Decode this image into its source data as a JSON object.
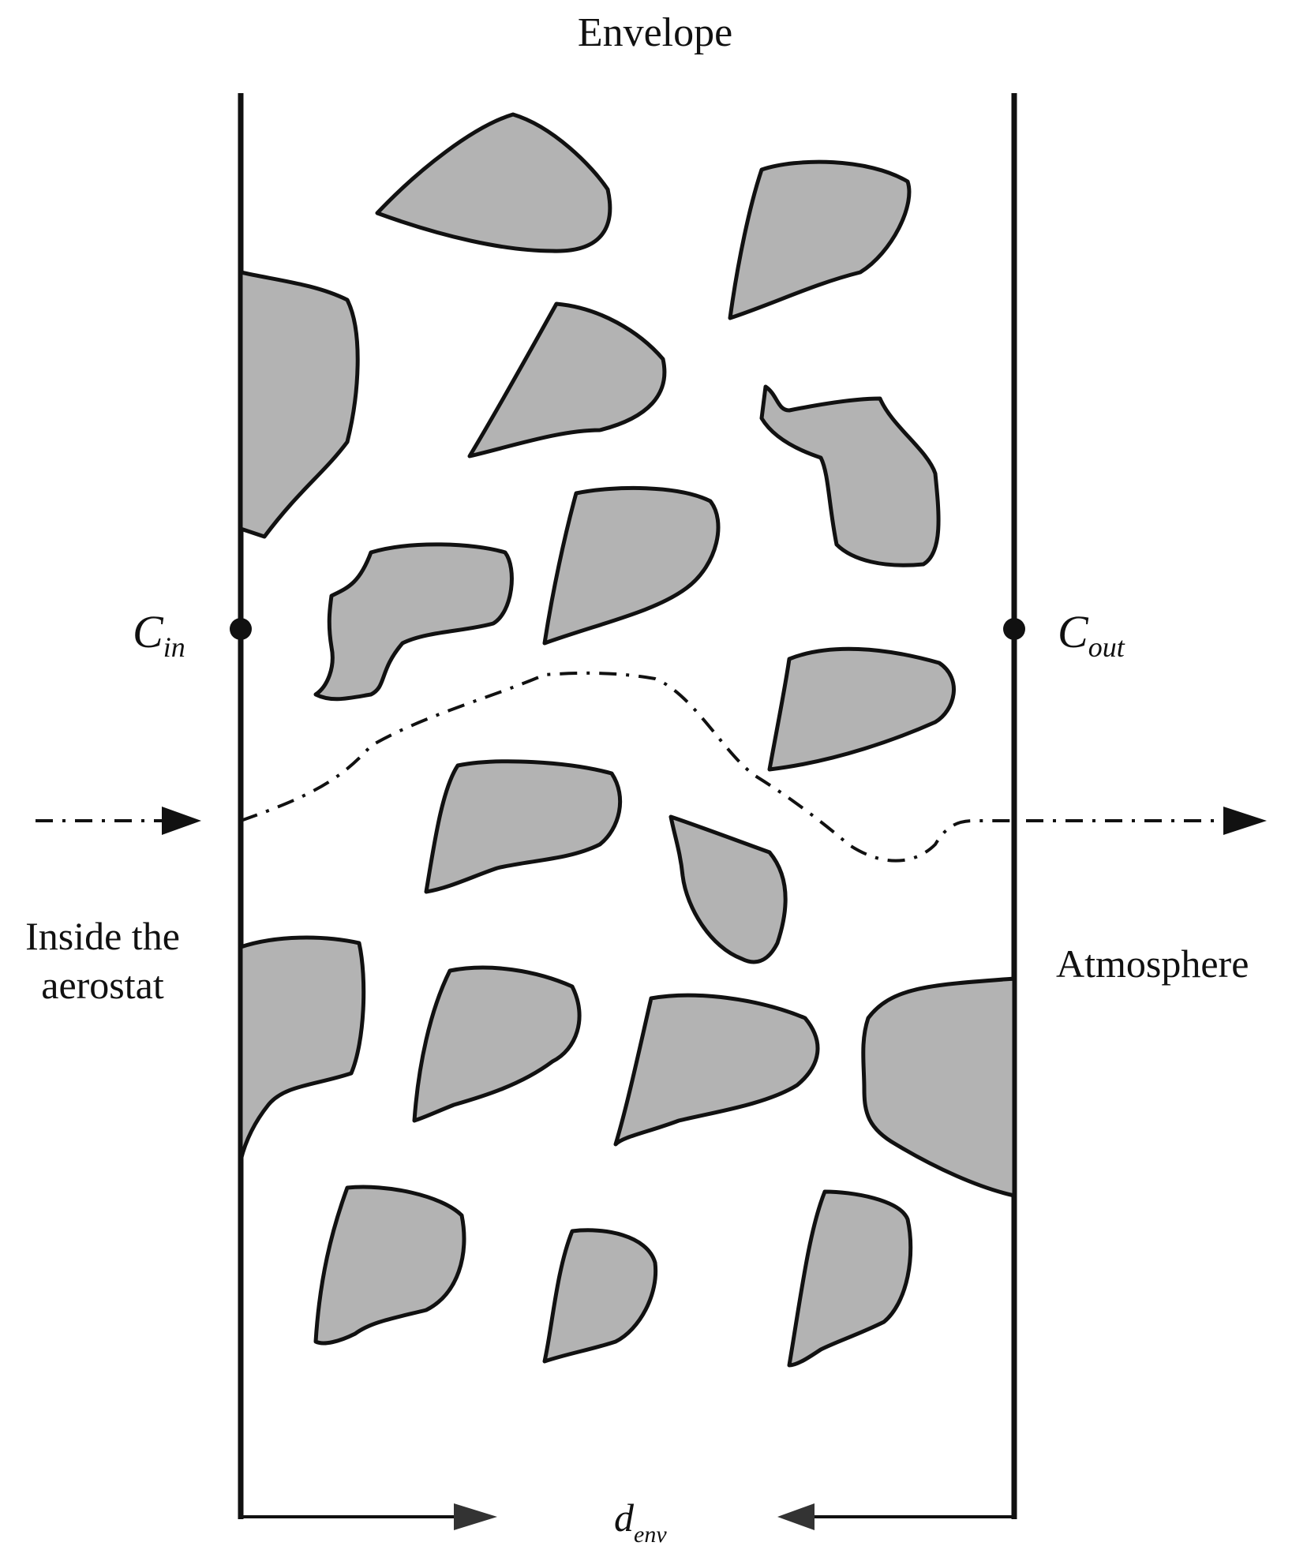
{
  "title": "Envelope",
  "labels": {
    "inside": [
      "Inside the",
      "aerostat"
    ],
    "outside": "Atmosphere",
    "c_in": {
      "base": "C",
      "sub": "in"
    },
    "c_out": {
      "base": "C",
      "sub": "out"
    },
    "d_env": {
      "base": "d",
      "sub": "env"
    }
  },
  "colors": {
    "grain_fill": "#b3b3b3",
    "stroke": "#111111",
    "background": "#ffffff"
  }
}
